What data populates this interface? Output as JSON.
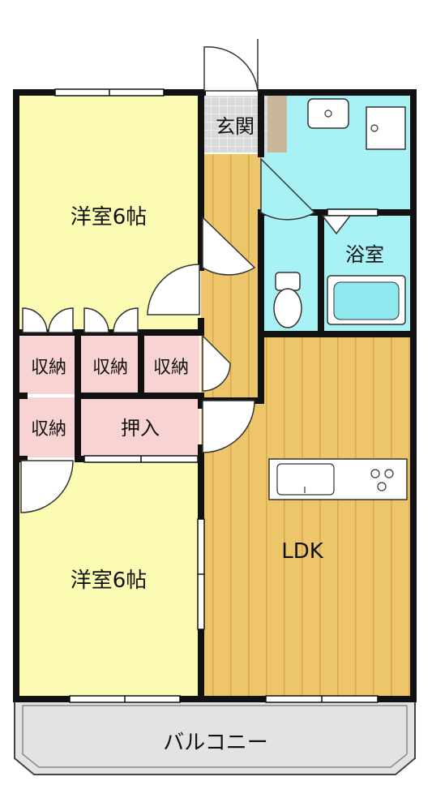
{
  "plan": {
    "labels": {
      "western_room_top": "洋室6帖",
      "western_room_bottom": "洋室6帖",
      "entrance": "玄関",
      "bathroom": "浴室",
      "ldk": "LDK",
      "balcony": "バルコニー",
      "closet_storage": "押入",
      "storage_1": "収納",
      "storage_2": "収納",
      "storage_3": "収納",
      "storage_4": "収納"
    },
    "colors": {
      "western_room": "#fbfbb3",
      "ldk_floor": "#edc56a",
      "ldk_stripe": "#d9a94a",
      "wet_area": "#a8f2f6",
      "storage": "#f8d3d3",
      "entrance": "#d9d9d9",
      "entrance_step": "#c9b79b",
      "balcony": "#e3e3e3",
      "wall": "#111111"
    }
  }
}
